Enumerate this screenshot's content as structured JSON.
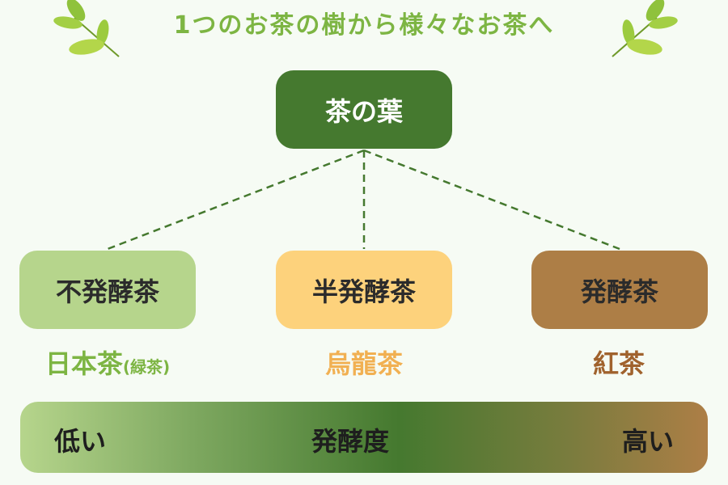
{
  "title": "1つのお茶の樹から様々なお茶へ",
  "root": "茶の葉",
  "categories": [
    {
      "label": "不発酵茶",
      "example": "日本茶",
      "example_note": "(緑茶)"
    },
    {
      "label": "半発酵茶",
      "example": "烏龍茶"
    },
    {
      "label": "発酵茶",
      "example": "紅茶"
    }
  ],
  "scale": {
    "low": "低い",
    "label": "発酵度",
    "high": "高い"
  },
  "colors": {
    "title": "#7db543",
    "root": "#45792f",
    "unfermented": "#b6d58c",
    "semi": "#fdd27c",
    "fermented": "#ad7e46"
  }
}
